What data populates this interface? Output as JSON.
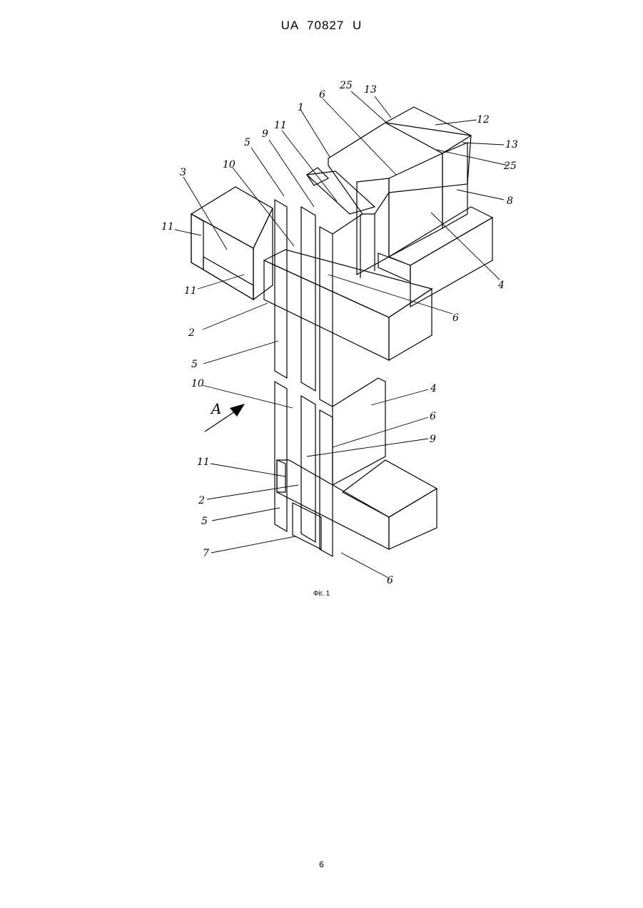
{
  "document": {
    "header": "UA 70827 U",
    "caption": "Фіг. 1",
    "page_number": "6"
  },
  "figure": {
    "callouts": {
      "c1": "1",
      "c2a": "2",
      "c2b": "2",
      "c3": "3",
      "c4a": "4",
      "c4b": "4",
      "c5a": "5",
      "c5b": "5",
      "c5c": "5",
      "c6a": "6",
      "c6b": "6",
      "c6c": "6",
      "c6d": "6",
      "c7": "7",
      "c8": "8",
      "c9a": "9",
      "c9b": "9",
      "c10a": "10",
      "c10b": "10",
      "c11a": "11",
      "c11b": "11",
      "c11c": "11",
      "c11d": "11",
      "c12": "12",
      "c13a": "13",
      "c13b": "13",
      "c25a": "25",
      "c25b": "25"
    },
    "view_arrow": "A"
  }
}
